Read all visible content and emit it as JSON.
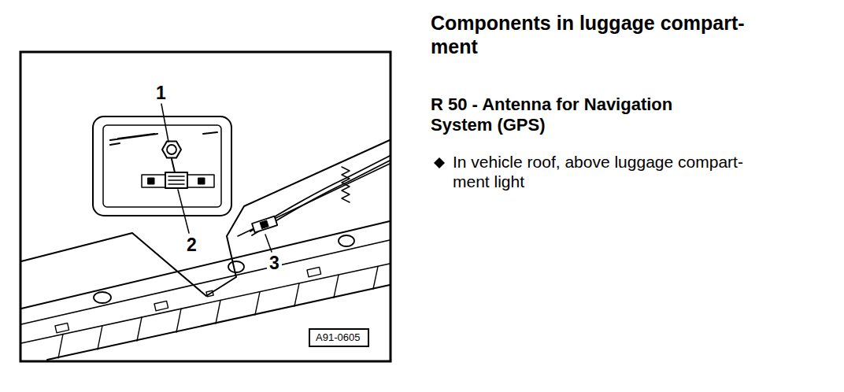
{
  "diagram": {
    "title": "Components in luggage compart- ment",
    "nodes": [
      {
        "text": [
          "A91-0605"
        ]
      }
    ],
    "labels": [
      "1",
      "2",
      "3",
      "R 50 - Antenna for Navigation System (GPS)",
      "In vehicle roof, above luggage compart- ment light"
    ]
  }
}
